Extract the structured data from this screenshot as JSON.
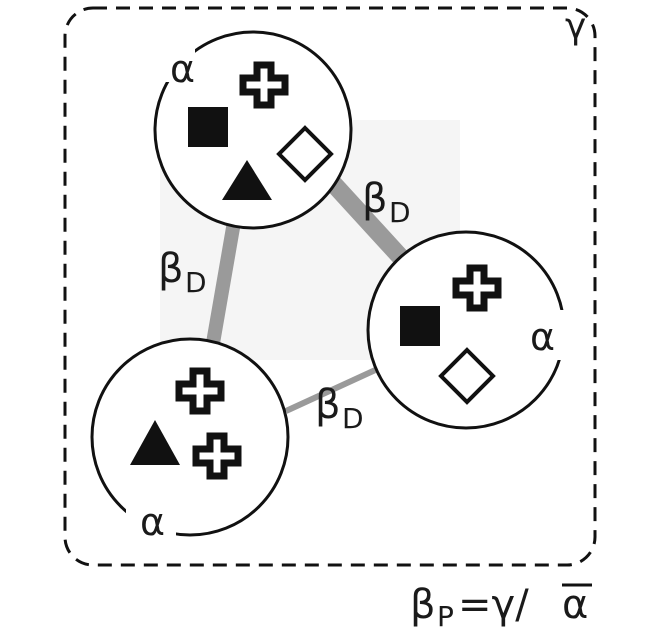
{
  "diagram": {
    "region_label": "γ",
    "alpha_label": "α",
    "beta_d_main": "β",
    "beta_d_sub": "D",
    "formula": {
      "beta": "β",
      "sub": "P",
      "rest": "=γ/",
      "alpha_bar": "α"
    },
    "communities": [
      {
        "name": "community-top-left",
        "species": [
          "cross",
          "square",
          "diamond",
          "triangle"
        ]
      },
      {
        "name": "community-right",
        "species": [
          "cross",
          "square",
          "diamond"
        ]
      },
      {
        "name": "community-bottom-left",
        "species": [
          "cross",
          "triangle",
          "cross"
        ]
      }
    ],
    "colors": {
      "stroke": "#111111",
      "link": "#9a9a9a",
      "backdrop": "#f3f3f3"
    }
  }
}
